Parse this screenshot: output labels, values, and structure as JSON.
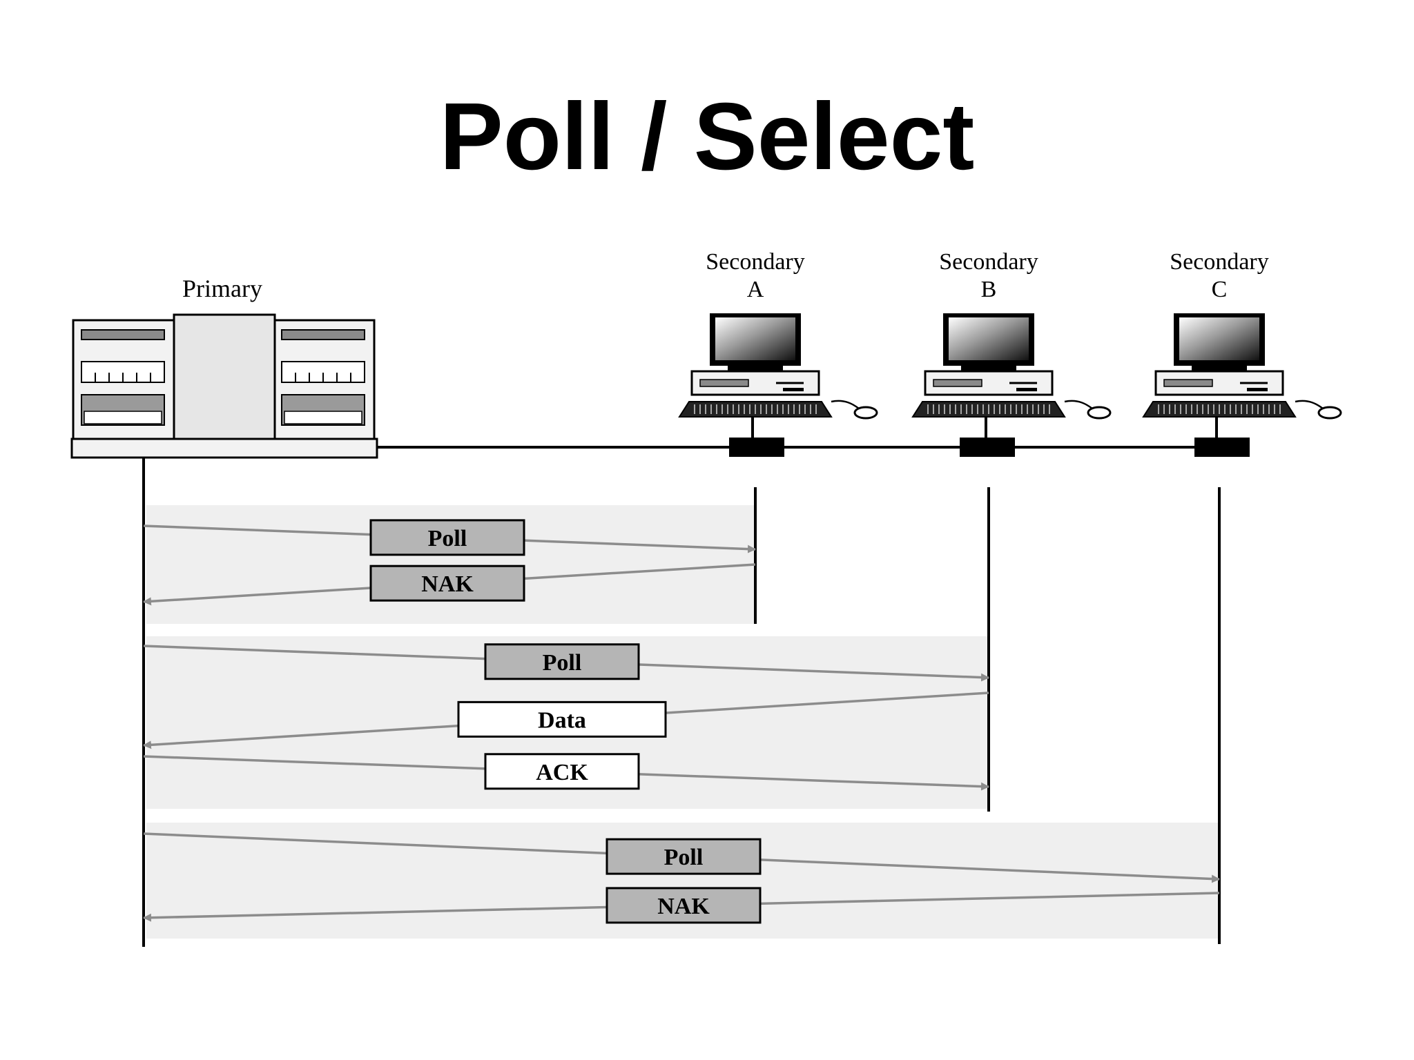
{
  "title": "Poll / Select",
  "nodes": {
    "primary": {
      "label": "Primary"
    },
    "secondaries": [
      {
        "id": "a",
        "line1": "Secondary",
        "line2": "A"
      },
      {
        "id": "b",
        "line1": "Secondary",
        "line2": "B"
      },
      {
        "id": "c",
        "line1": "Secondary",
        "line2": "C"
      }
    ]
  },
  "exchanges": [
    {
      "target": "a",
      "messages": [
        {
          "label": "Poll",
          "direction": "to-secondary",
          "box": "gray"
        },
        {
          "label": "NAK",
          "direction": "to-primary",
          "box": "gray"
        }
      ]
    },
    {
      "target": "b",
      "messages": [
        {
          "label": "Poll",
          "direction": "to-secondary",
          "box": "gray"
        },
        {
          "label": "Data",
          "direction": "to-primary",
          "box": "white"
        },
        {
          "label": "ACK",
          "direction": "to-secondary",
          "box": "white"
        }
      ]
    },
    {
      "target": "c",
      "messages": [
        {
          "label": "Poll",
          "direction": "to-secondary",
          "box": "gray"
        },
        {
          "label": "NAK",
          "direction": "to-primary",
          "box": "gray"
        }
      ]
    }
  ],
  "colors": {
    "band": "#efefef",
    "box_gray": "#b5b5b5",
    "box_white": "#ffffff",
    "arrow": "#8c8c8c",
    "line": "#000000"
  }
}
